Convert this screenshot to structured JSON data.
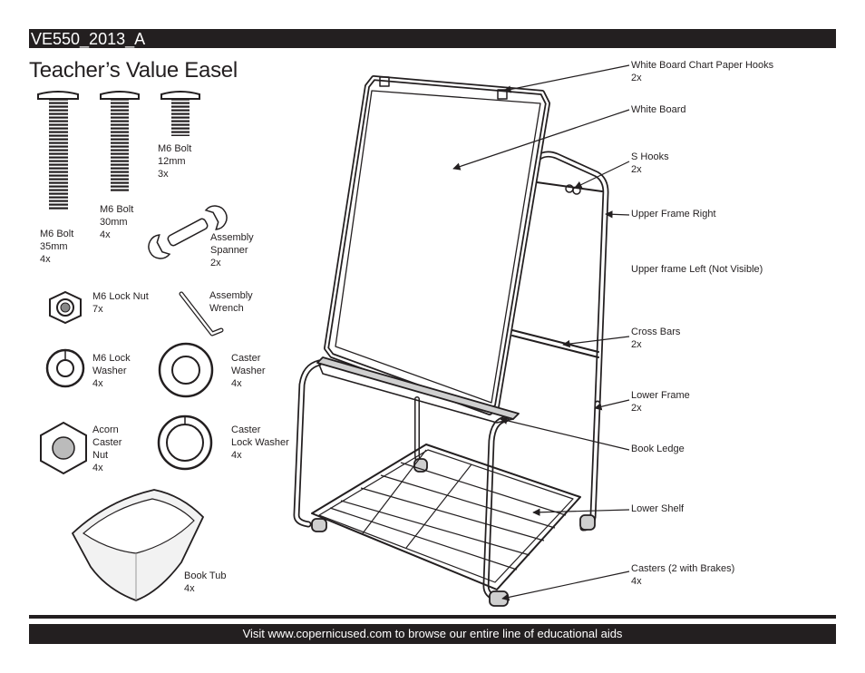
{
  "header": {
    "code": "VE550_2013_A",
    "title": "Teacher’s Value Easel"
  },
  "parts": {
    "bolt35": "M6 Bolt\n35mm\n4x",
    "bolt30": "M6 Bolt\n30mm\n4x",
    "bolt12": "M6 Bolt\n12mm\n3x",
    "spanner": "Assembly\nSpanner\n2x",
    "lock_nut": "M6 Lock Nut\n7x",
    "wrench": "Assembly\nWrench",
    "lock_washer": "M6 Lock\nWasher\n4x",
    "caster_washer": "Caster\nWasher\n4x",
    "acorn_nut": "Acorn\nCaster\nNut\n4x",
    "caster_lock_washer": "Caster\nLock Washer\n4x",
    "book_tub": "Book Tub\n4x"
  },
  "callouts": {
    "chart_hooks": {
      "name": "White Board Chart Paper Hooks",
      "qty": "2x"
    },
    "white_board": {
      "name": "White Board"
    },
    "s_hooks": {
      "name": "S Hooks",
      "qty": "2x"
    },
    "upper_right": {
      "name": "Upper Frame Right"
    },
    "upper_left": {
      "name": "Upper frame Left (Not Visible)"
    },
    "cross_bars": {
      "name": "Cross Bars",
      "qty": "2x"
    },
    "lower_frame": {
      "name": "Lower Frame",
      "qty": "2x"
    },
    "book_ledge": {
      "name": "Book Ledge"
    },
    "lower_shelf": {
      "name": "Lower Shelf"
    },
    "casters": {
      "name": "Casters (2 with Brakes)",
      "qty": "4x"
    }
  },
  "footer": {
    "text": "Visit www.copernicused.com to browse our entire line of educational aids"
  }
}
